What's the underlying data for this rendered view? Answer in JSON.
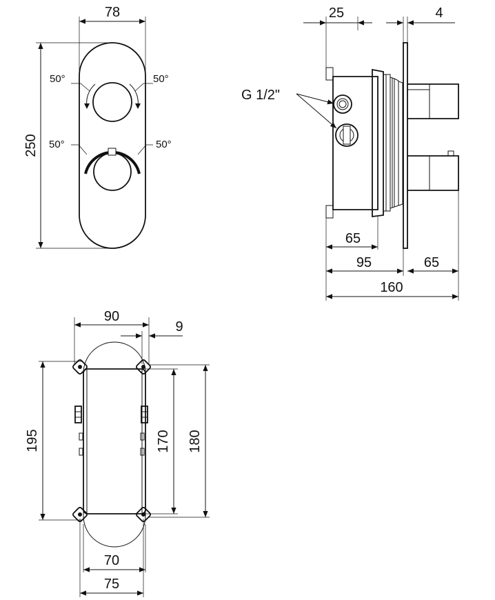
{
  "front_view": {
    "width_label": "78",
    "height_label": "250",
    "angle_top_left": "50°",
    "angle_top_right": "50°",
    "angle_bottom_left": "50°",
    "angle_bottom_right": "50°"
  },
  "side_view": {
    "offset_label": "25",
    "plate_label": "4",
    "thread_label": "G 1/2\"",
    "depth_inner_label": "65",
    "depth_body_label": "95",
    "handle_label": "65",
    "total_label": "160"
  },
  "box_view": {
    "width_outer_label": "90",
    "lug_label": "9",
    "height_outer_label": "195",
    "height_inner_label": "170",
    "height_flange_label": "180",
    "width_inner_label": "70",
    "width_body_label": "75"
  }
}
